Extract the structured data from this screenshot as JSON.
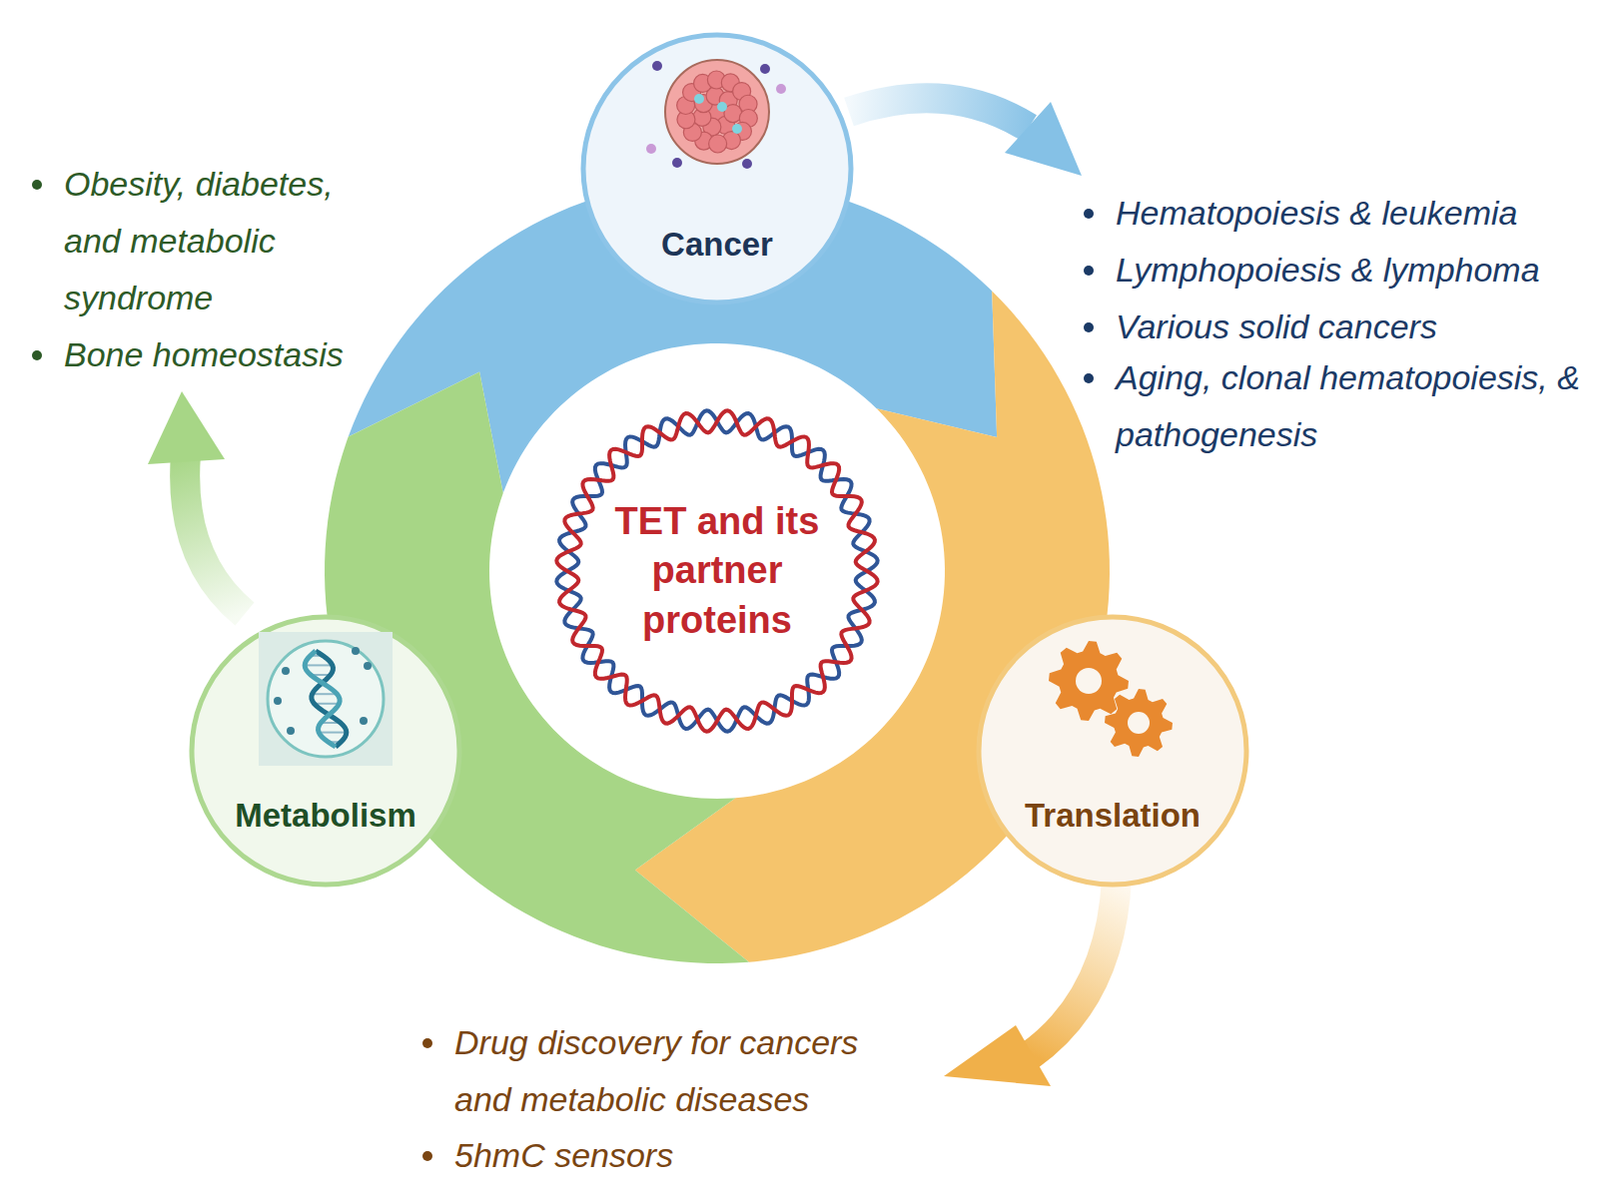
{
  "diagram": {
    "nodes": [
      {
        "text": [
          "Cancer"
        ]
      },
      {
        "text": [
          "TET and its partner proteins"
        ]
      },
      {
        "text": [
          "Metabolism"
        ]
      },
      {
        "text": [
          "Translation"
        ]
      }
    ],
    "edges": [
      {
        "from": 0,
        "to": 3,
        "arrow": "to"
      },
      {
        "from": 3,
        "to": 2,
        "arrow": "to"
      },
      {
        "from": 2,
        "to": 0,
        "arrow": "to"
      }
    ],
    "labels": [
      "Obesity, diabetes, and metabolic syndrome",
      "Bone homeostasis",
      "Hematopoiesis & leukemia",
      "Lymphopoiesis & lymphoma",
      "Various solid cancers",
      "Aging, clonal hematopoiesis, & pathogenesis",
      "Drug discovery for cancers and metabolic diseases",
      "5hmC sensors"
    ]
  }
}
